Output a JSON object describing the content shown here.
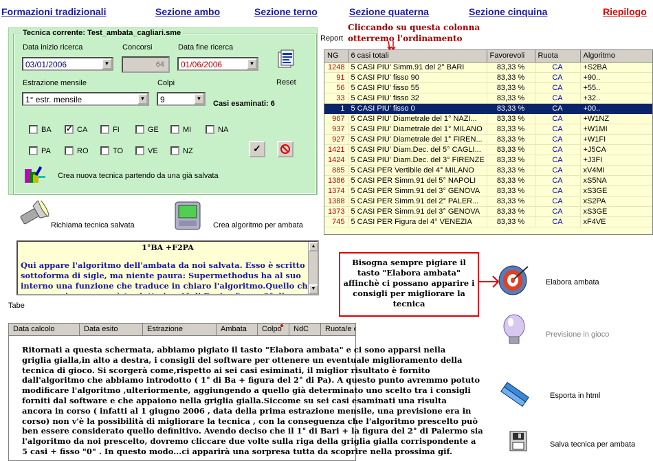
{
  "nav": {
    "formazioni": "Formazioni tradizionali",
    "ambo": "Sezione ambo",
    "terno": "Sezione terno",
    "quaterna": "Sezione quaterna",
    "cinquina": "Sezione cinquina",
    "riepilogo": "Riepilogo"
  },
  "technique": {
    "legend": "Tecnica corrente: Test_ambata_cagliari.sme",
    "start_label": "Data inizio ricerca",
    "start_value": "03/01/2006",
    "concorsi_label": "Concorsi",
    "concorsi_value": "64",
    "end_label": "Data fine ricerca",
    "end_value": "01/06/2006",
    "estrazione_label": "Estrazione mensile",
    "estrazione_value": "1° estr. mensile",
    "colpi_label": "Colpi",
    "colpi_value": "9",
    "casi_label": "Casi esaminati: 6",
    "reset_label": "Reset",
    "wheels": [
      {
        "name": "BA",
        "checked": false
      },
      {
        "name": "CA",
        "checked": true
      },
      {
        "name": "FI",
        "checked": false
      },
      {
        "name": "GE",
        "checked": false
      },
      {
        "name": "MI",
        "checked": false
      },
      {
        "name": "NA",
        "checked": false
      },
      {
        "name": "PA",
        "checked": false
      },
      {
        "name": "RO",
        "checked": false
      },
      {
        "name": "TO",
        "checked": false
      },
      {
        "name": "VE",
        "checked": false
      },
      {
        "name": "NZ",
        "checked": false
      }
    ],
    "new_from_saved": "Crea nuova tecnica partendo da una già salvata"
  },
  "actions": {
    "recall": "Richiama tecnica salvata",
    "create_algorithm": "Crea algoritmo per ambata"
  },
  "report_label": "Report",
  "annotation_top": {
    "line1": "Cliccando su questa colonna",
    "line2": "otterremo l'ordinamento"
  },
  "grid": {
    "columns": [
      "NG",
      "6 casi totali",
      "Favorevoli",
      "Ruota",
      "Algoritmo"
    ],
    "rows": [
      [
        "1248",
        "5 CASI PIU' Simm.91 del 2° BARI",
        "83,33 %",
        "CA",
        "+S2BA"
      ],
      [
        "91",
        "5 CASI PIU' fisso 90",
        "83,33 %",
        "CA",
        "+90.."
      ],
      [
        "56",
        "5 CASI PIU' fisso 55",
        "83,33 %",
        "CA",
        "+55.."
      ],
      [
        "33",
        "5 CASI PIU' fisso 32",
        "83,33 %",
        "CA",
        "+32.."
      ],
      [
        "1",
        "5 CASI PIU' fisso 0",
        "83,33 %",
        "CA",
        "+00.."
      ],
      [
        "967",
        "5 CASI PIU' Diametrale del 1° NAZI...",
        "83,33 %",
        "CA",
        "+W1NZ"
      ],
      [
        "937",
        "5 CASI PIU' Diametrale del 1° MILANO",
        "83,33 %",
        "CA",
        "+W1MI"
      ],
      [
        "927",
        "5 CASI PIU' Diametrale del 1° FIREN...",
        "83,33 %",
        "CA",
        "+W1FI"
      ],
      [
        "1421",
        "5 CASI PIU' Diam.Dec. del 5° CAGLI...",
        "83,33 %",
        "CA",
        "+J5CA"
      ],
      [
        "1424",
        "5 CASI PIU' Diam.Dec. del 3° FIRENZE",
        "83,33 %",
        "CA",
        "+J3FI"
      ],
      [
        "885",
        "5 CASI PER Vertibile del 4° MILANO",
        "83,33 %",
        "CA",
        "xV4MI"
      ],
      [
        "1386",
        "5 CASI PER Simm.91 del 5° NAPOLI",
        "83,33 %",
        "CA",
        "xS5NA"
      ],
      [
        "1374",
        "5 CASI PER Simm.91 del 3° GENOVA",
        "83,33 %",
        "CA",
        "xS3GE"
      ],
      [
        "1388",
        "5 CASI PER Simm.91 del 2° PALER...",
        "83,33 %",
        "CA",
        "xS2PA"
      ],
      [
        "1373",
        "5 CASI PER Simm.91 del 3° GENOVA",
        "83,33 %",
        "CA",
        "xS3GE"
      ],
      [
        "745",
        "5 CASI PER Figura del 4° VENEZIA",
        "83,33 %",
        "CA",
        "xF4VE"
      ]
    ],
    "selected_row": 4
  },
  "algorithm": {
    "header": "1°BA  +F2PA",
    "note": "Qui appare l'algoritmo dell'ambata da noi salvata. Esso è scritto sottoforma di sigle, ma niente paura: Supermethodus ha al suo interno una funzione che traduce in chiaro l'algoritmo.Quello che appare qui sopra verrà tradotto in : 1° di Bari + figura 2° di Palermo...più chiaro di così!!!!!!!!!!!!!"
  },
  "callout": "Bisogna sempre pigiare il tasto \"Elabora ambata\" affinchè ci possano apparire i consigli per migliorare la tecnica",
  "side_actions": {
    "elabora": "Elabora ambata",
    "previsione": "Previsione in gioco",
    "esporta": "Esporta in html",
    "salva": "Salva tecnica per ambata"
  },
  "tab_label": "Tabe",
  "bottom_grid": {
    "columns": [
      "Data calcolo",
      "Data esito",
      "Estrazione",
      "Ambata",
      "Colpo",
      "NdC",
      "Ruota/e esito"
    ]
  },
  "explanation": "Ritornati a questa schermata, abbiamo pigiato il tasto \"Elabora ambata\" e ci sono apparsi nella\ngriglia gialla,in alto a destra, i consigli del software per ottenere un eventuale  miglioramento della\ntecnica di gioco. Si scorgerà come,rispetto ai sei casi esiminati, il miglior risultato è fornito\ndall'algoritmo che abbiamo introdotto ( 1° di Ba + figura del 2° di Pa). A questo punto avremmo potuto\nmodificare l'algoritmo ,ulteriormente, aggiungendo a quello già determinato uno scelto tra i consigli\nforniti dal software e che appaiono nella griglia gialla.Siccome su sei casi esaminati una risulta\nancora in corso ( infatti al 1 giugno 2006 , data della prima estrazione mensile, una previsione era in\ncorso) non v'è la possibilità di migliorare la tecnica , con la conseguenza che l'algoritmo prescelto può\nben essere considerato quello definitivo. Avendo deciso che il 1° di Bari + la figura del 2° di Palermo sia\nl'algoritmo da noi prescelto, dovremo cliccare due volte sulla riga della griglia gialla corrispondente a\n5 casi + fisso \"0\" . In questo modo...ci apparirà una sorpresa tutta da scoprire nella prossima gif."
}
